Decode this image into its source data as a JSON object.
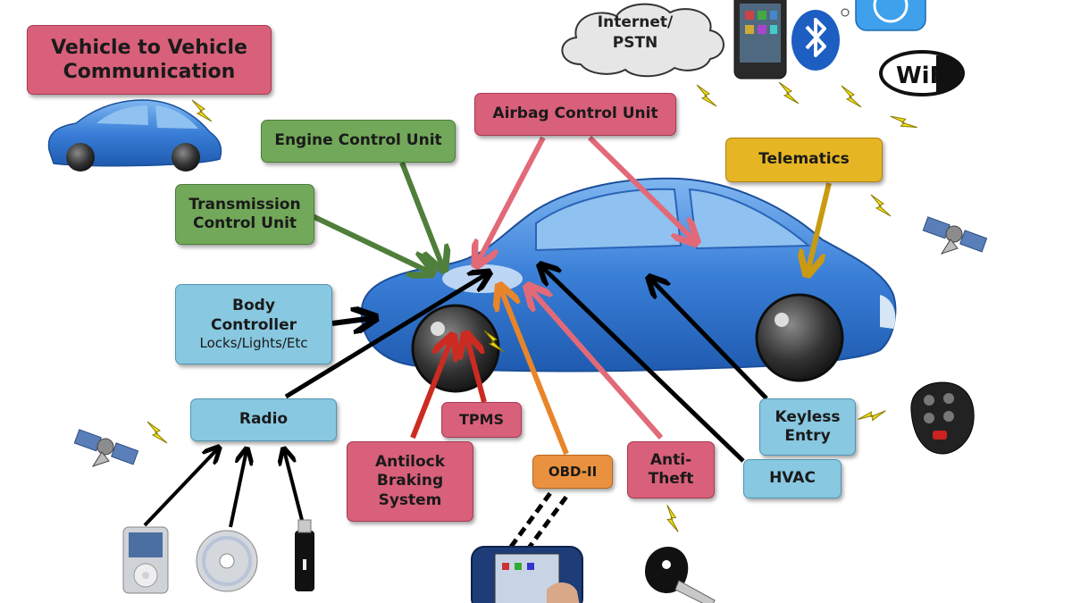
{
  "labels": {
    "v2v": "Vehicle to Vehicle Communication",
    "internet": "Internet/ PSTN",
    "airbag": "Airbag Control Unit",
    "engine": "Engine Control Unit",
    "telematics": "Telematics",
    "transmission": "Transmission Control Unit",
    "body": "Body Controller",
    "body_sub": "Locks/Lights/Etc",
    "radio": "Radio",
    "tpms": "TPMS",
    "abs": "Antilock Braking System",
    "obd": "OBD-II",
    "antitheft": "Anti- Theft",
    "keyless": "Keyless Entry",
    "hvac": "HVAC",
    "wifi": "WiFi"
  },
  "colors": {
    "red": "#d9607a",
    "green": "#72a85a",
    "blue": "#88c8e0",
    "gold": "#e5b524",
    "orange": "#ea9140",
    "car": "#3f82d6",
    "lightning": "#f2e11a"
  },
  "icons": [
    "car-icon",
    "cloud-icon",
    "smartphone-icon",
    "bluetooth-icon",
    "app-store-icon",
    "wifi-icon",
    "satellite-icon",
    "lightning-icon",
    "key-fob-icon",
    "car-key-icon",
    "ipod-icon",
    "cd-icon",
    "usb-drive-icon",
    "obd-scanner-icon"
  ]
}
